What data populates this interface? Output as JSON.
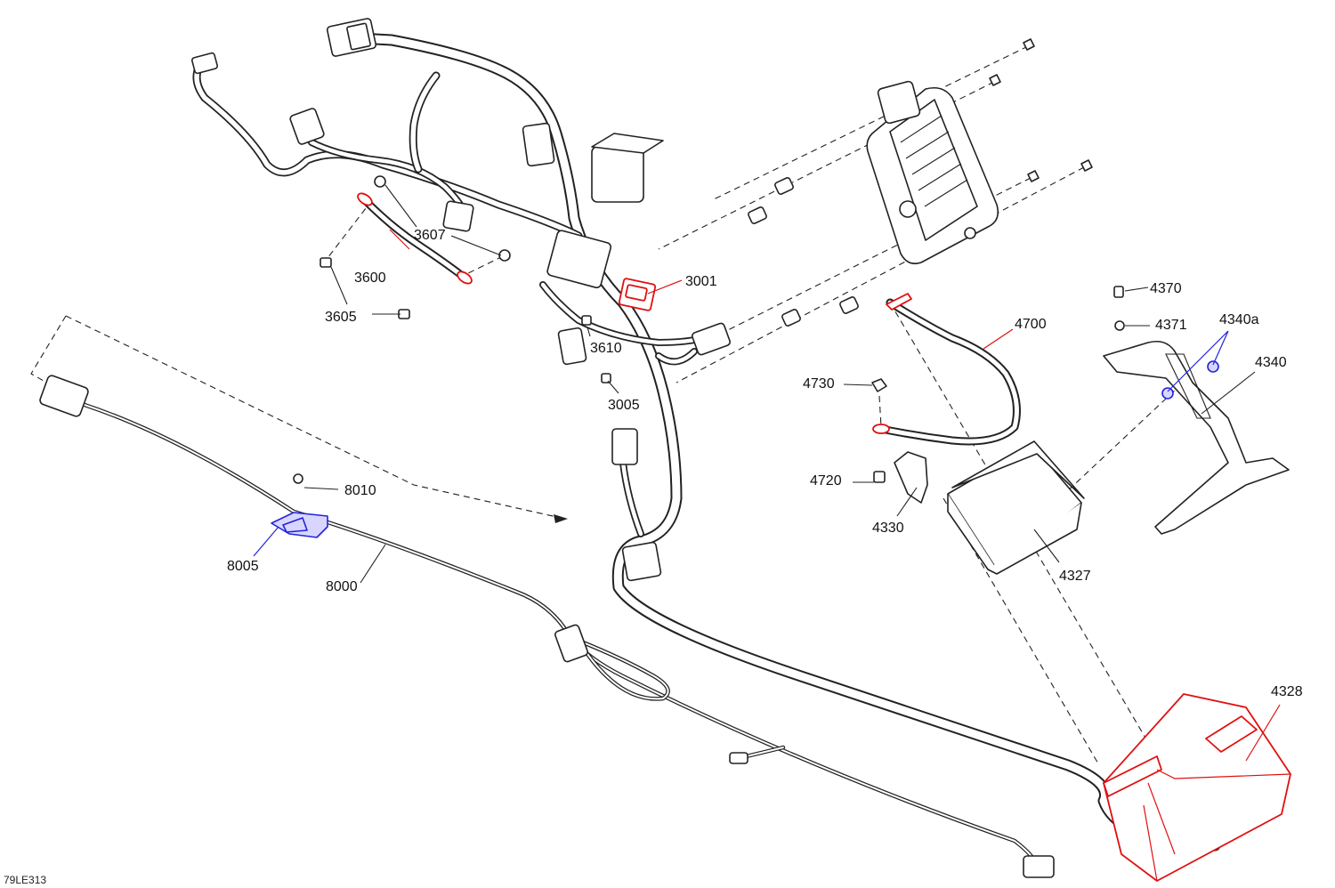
{
  "drawing_code": "79LE313",
  "highlight_colors": {
    "red": "#e01010",
    "blue": "#2222dd"
  },
  "callouts": [
    {
      "id": "3001",
      "label": "3001",
      "highlight": "red"
    },
    {
      "id": "3005",
      "label": "3005",
      "highlight": "none"
    },
    {
      "id": "3600",
      "label": "3600",
      "highlight": "red"
    },
    {
      "id": "3605",
      "label": "3605",
      "highlight": "none"
    },
    {
      "id": "3607",
      "label": "3607",
      "highlight": "none"
    },
    {
      "id": "3610",
      "label": "3610",
      "highlight": "none"
    },
    {
      "id": "4327",
      "label": "4327",
      "highlight": "none"
    },
    {
      "id": "4328",
      "label": "4328",
      "highlight": "red"
    },
    {
      "id": "4330",
      "label": "4330",
      "highlight": "none"
    },
    {
      "id": "4340",
      "label": "4340",
      "highlight": "none"
    },
    {
      "id": "4340a",
      "label": "4340a",
      "highlight": "blue"
    },
    {
      "id": "4370",
      "label": "4370",
      "highlight": "none"
    },
    {
      "id": "4371",
      "label": "4371",
      "highlight": "none"
    },
    {
      "id": "4700",
      "label": "4700",
      "highlight": "red"
    },
    {
      "id": "4720",
      "label": "4720",
      "highlight": "none"
    },
    {
      "id": "4730",
      "label": "4730",
      "highlight": "none"
    },
    {
      "id": "8000",
      "label": "8000",
      "highlight": "none"
    },
    {
      "id": "8005",
      "label": "8005",
      "highlight": "blue"
    },
    {
      "id": "8010",
      "label": "8010",
      "highlight": "none"
    }
  ]
}
